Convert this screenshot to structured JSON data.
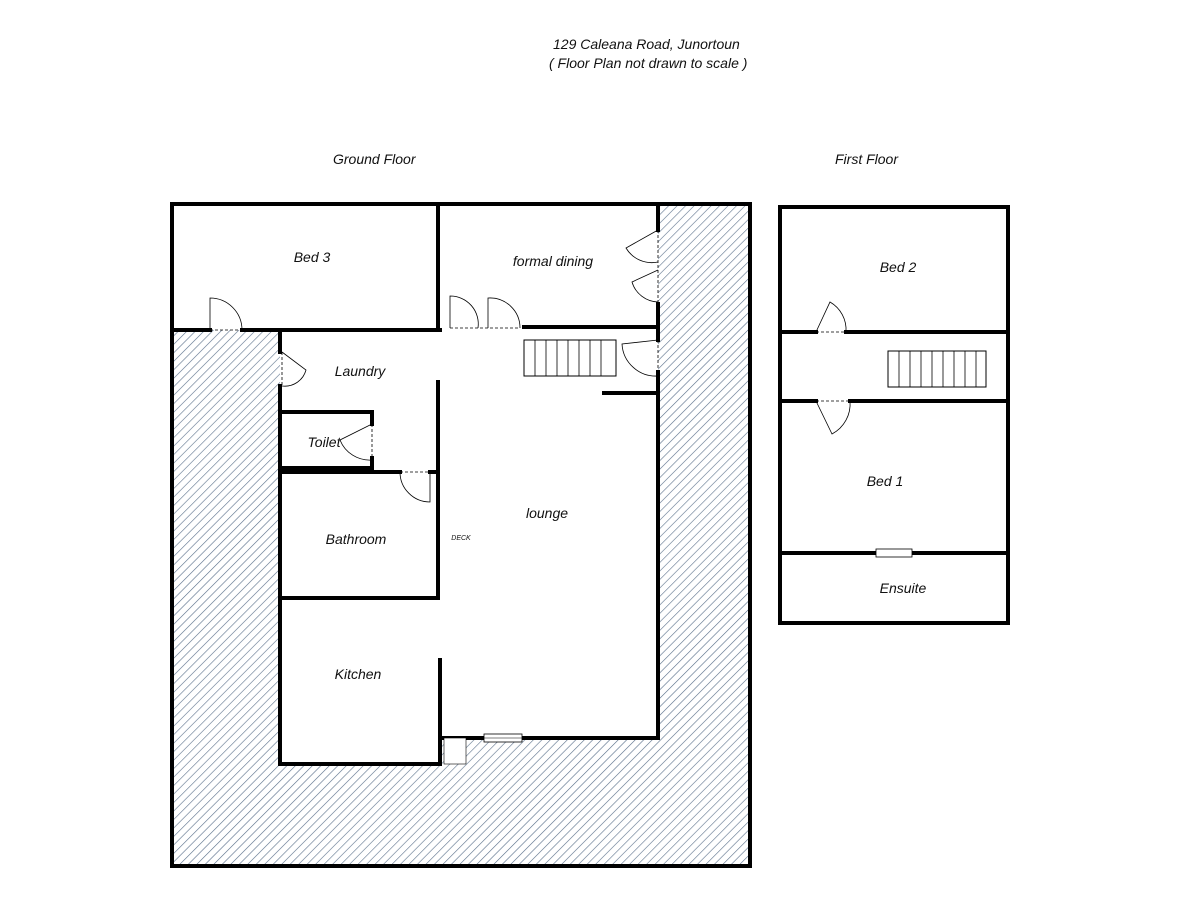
{
  "header": {
    "address": "129 Caleana Road, Junortoun",
    "note": "( Floor Plan not drawn to scale )"
  },
  "floors": {
    "ground": {
      "label": "Ground Floor",
      "rooms": {
        "bed3": "Bed 3",
        "formal_dining": "formal dining",
        "laundry": "Laundry",
        "toilet": "Toilet",
        "bathroom": "Bathroom",
        "lounge": "lounge",
        "kitchen": "Kitchen",
        "deck": "DECK"
      }
    },
    "first": {
      "label": "First Floor",
      "rooms": {
        "bed2": "Bed 2",
        "bed1": "Bed 1",
        "ensuite": "Ensuite"
      }
    }
  },
  "colors": {
    "walls": "#000000",
    "deck_hatch": "#5a6f8a",
    "background": "#ffffff"
  }
}
